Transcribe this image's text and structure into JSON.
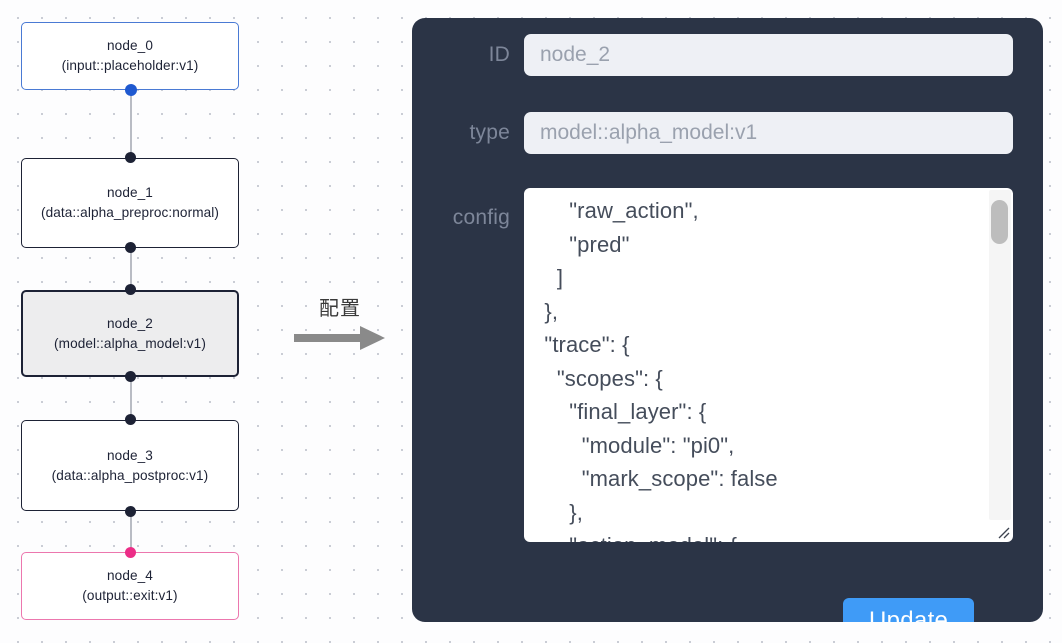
{
  "canvas": {
    "background_color": "#fdfdfe",
    "dot_color": "#c9ccd4"
  },
  "graph": {
    "nodes": [
      {
        "id": "node_0",
        "label": "node_0\n(input::placeholder:v1)",
        "kind": "input",
        "border_color": "#4a7ad4",
        "fill_color": "#ffffff",
        "selected": false
      },
      {
        "id": "node_1",
        "label": "node_1\n(data::alpha_preproc:normal)",
        "kind": "default",
        "border_color": "#1d2235",
        "fill_color": "#ffffff",
        "selected": false
      },
      {
        "id": "node_2",
        "label": "node_2\n(model::alpha_model:v1)",
        "kind": "default",
        "border_color": "#1d2235",
        "fill_color": "#ededee",
        "selected": true
      },
      {
        "id": "node_3",
        "label": "node_3\n(data::alpha_postproc:v1)",
        "kind": "default",
        "border_color": "#1d2235",
        "fill_color": "#ffffff",
        "selected": false
      },
      {
        "id": "node_4",
        "label": "node_4\n(output::exit:v1)",
        "kind": "output",
        "border_color": "#ec77ae",
        "fill_color": "#ffffff",
        "selected": false
      }
    ],
    "edges": [
      {
        "from": "node_0",
        "to": "node_1"
      },
      {
        "from": "node_1",
        "to": "node_2"
      },
      {
        "from": "node_2",
        "to": "node_3"
      },
      {
        "from": "node_3",
        "to": "node_4"
      }
    ],
    "edge_color": "#b9bcc4",
    "handle_color": "#1d2235",
    "handle_color_input": "#1f59d0",
    "handle_color_output": "#ec2d87"
  },
  "annotation": {
    "label": "配置",
    "arrow_icon": "right-arrow-icon",
    "arrow_color": "#8a8a8a"
  },
  "inspector": {
    "background_color": "#2b3446",
    "label_color": "#7d8699",
    "fields": [
      {
        "name": "id",
        "label": "ID",
        "value": "node_2",
        "placeholder": "node_2"
      },
      {
        "name": "type",
        "label": "type",
        "value": "model::alpha_model:v1",
        "placeholder": "model::alpha_model:v1"
      },
      {
        "name": "config",
        "label": "config",
        "value": "      \"raw_action\",\n      \"pred\"\n    ]\n  },\n  \"trace\": {\n    \"scopes\": {\n      \"final_layer\": {\n        \"module\": \"pi0\",\n        \"mark_scope\": false\n      },\n      \"action_model\": {"
      }
    ],
    "scrollbar": {
      "thumb_color": "#bdbdbd",
      "track_color": "#f5f5f5"
    },
    "update_button": {
      "label": "Update",
      "color": "#3f9bf7",
      "text_color": "#ffffff"
    }
  }
}
